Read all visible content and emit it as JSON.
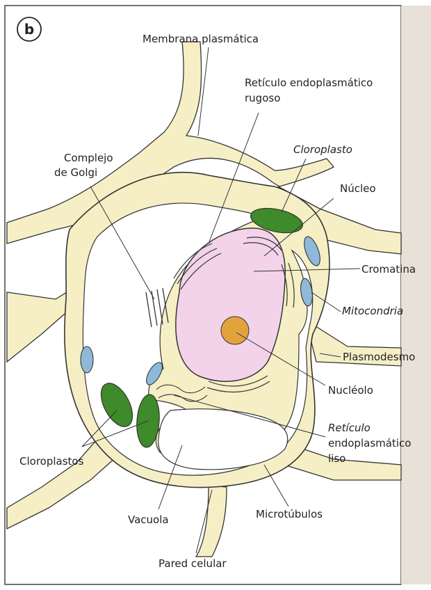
{
  "panel_letter": "b",
  "labels": {
    "membrana": "Membrana plasmática",
    "rer_1": "Retículo endoplasmático",
    "rer_2": "rugoso",
    "complejo_1": "Complejo",
    "complejo_2": "de Golgi",
    "cloroplasto": "Cloroplasto",
    "nucleo": "Núcleo",
    "cromatina": "Cromatina",
    "mitocondria": "Mitocondria",
    "plasmodesmo": "Plasmodesmo",
    "nucleolo": "Nucléolo",
    "rel_1": "Retículo",
    "rel_2": "endoplasmático",
    "rel_3": "liso",
    "cloroplastos": "Cloroplastos",
    "vacuola": "Vacuola",
    "microtubulos": "Microtúbulos",
    "pared": "Pared celular"
  },
  "colors": {
    "cytoplasm": "#f6efc6",
    "nucleus": "#f2d3ea",
    "nucleolus": "#e3a33c",
    "chloroplast": "#3f8a2a",
    "mitochondria": "#8fb9d8",
    "outline": "#333333",
    "side_strip": "#e7e1d8"
  }
}
